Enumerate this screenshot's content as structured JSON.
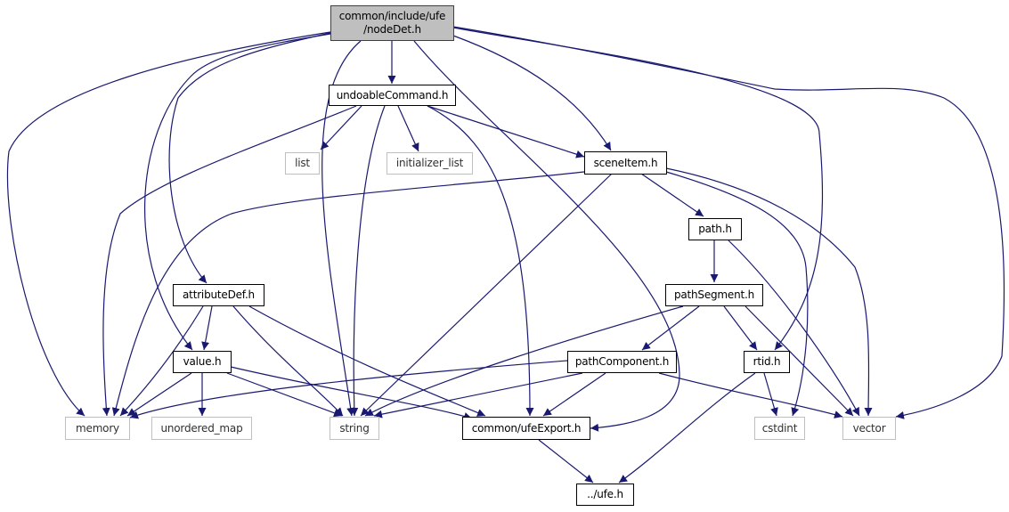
{
  "diagram": {
    "type": "include-dependency-graph",
    "edge_color": "#191970",
    "root_fill": "#bfbfbf",
    "external_border": "#bfbfbf",
    "nodes": [
      {
        "id": "nodeDet",
        "label": "common/include/ufe\n/nodeDet.h",
        "kind": "root"
      },
      {
        "id": "undoableCommand",
        "label": "undoableCommand.h",
        "kind": "local"
      },
      {
        "id": "list",
        "label": "list",
        "kind": "external"
      },
      {
        "id": "initializer_list",
        "label": "initializer_list",
        "kind": "external"
      },
      {
        "id": "sceneItem",
        "label": "sceneItem.h",
        "kind": "local"
      },
      {
        "id": "path",
        "label": "path.h",
        "kind": "local"
      },
      {
        "id": "pathSegment",
        "label": "pathSegment.h",
        "kind": "local"
      },
      {
        "id": "attributeDef",
        "label": "attributeDef.h",
        "kind": "local"
      },
      {
        "id": "value",
        "label": "value.h",
        "kind": "local"
      },
      {
        "id": "pathComponent",
        "label": "pathComponent.h",
        "kind": "local"
      },
      {
        "id": "rtid",
        "label": "rtid.h",
        "kind": "local"
      },
      {
        "id": "memory",
        "label": "memory",
        "kind": "external"
      },
      {
        "id": "unordered_map",
        "label": "unordered_map",
        "kind": "external"
      },
      {
        "id": "string",
        "label": "string",
        "kind": "external"
      },
      {
        "id": "ufeExport",
        "label": "common/ufeExport.h",
        "kind": "local"
      },
      {
        "id": "cstdint",
        "label": "cstdint",
        "kind": "external"
      },
      {
        "id": "vector",
        "label": "vector",
        "kind": "external"
      },
      {
        "id": "ufe",
        "label": "../ufe.h",
        "kind": "local"
      }
    ],
    "edges": [
      [
        "nodeDet",
        "undoableCommand"
      ],
      [
        "nodeDet",
        "string"
      ],
      [
        "nodeDet",
        "sceneItem"
      ],
      [
        "nodeDet",
        "ufeExport"
      ],
      [
        "nodeDet",
        "memory"
      ],
      [
        "nodeDet",
        "attributeDef"
      ],
      [
        "nodeDet",
        "value"
      ],
      [
        "nodeDet",
        "rtid"
      ],
      [
        "nodeDet",
        "vector"
      ],
      [
        "undoableCommand",
        "list"
      ],
      [
        "undoableCommand",
        "initializer_list"
      ],
      [
        "undoableCommand",
        "memory"
      ],
      [
        "undoableCommand",
        "string"
      ],
      [
        "undoableCommand",
        "ufeExport"
      ],
      [
        "undoableCommand",
        "sceneItem"
      ],
      [
        "sceneItem",
        "path"
      ],
      [
        "sceneItem",
        "memory"
      ],
      [
        "sceneItem",
        "string"
      ],
      [
        "sceneItem",
        "cstdint"
      ],
      [
        "sceneItem",
        "vector"
      ],
      [
        "path",
        "pathSegment"
      ],
      [
        "path",
        "vector"
      ],
      [
        "pathSegment",
        "pathComponent"
      ],
      [
        "pathSegment",
        "rtid"
      ],
      [
        "pathSegment",
        "string"
      ],
      [
        "pathSegment",
        "vector"
      ],
      [
        "attributeDef",
        "value"
      ],
      [
        "attributeDef",
        "memory"
      ],
      [
        "attributeDef",
        "string"
      ],
      [
        "attributeDef",
        "ufeExport"
      ],
      [
        "value",
        "memory"
      ],
      [
        "value",
        "unordered_map"
      ],
      [
        "value",
        "string"
      ],
      [
        "value",
        "ufeExport"
      ],
      [
        "pathComponent",
        "memory"
      ],
      [
        "pathComponent",
        "string"
      ],
      [
        "pathComponent",
        "ufeExport"
      ],
      [
        "pathComponent",
        "vector"
      ],
      [
        "rtid",
        "cstdint"
      ],
      [
        "rtid",
        "ufe"
      ],
      [
        "ufeExport",
        "ufe"
      ]
    ]
  }
}
